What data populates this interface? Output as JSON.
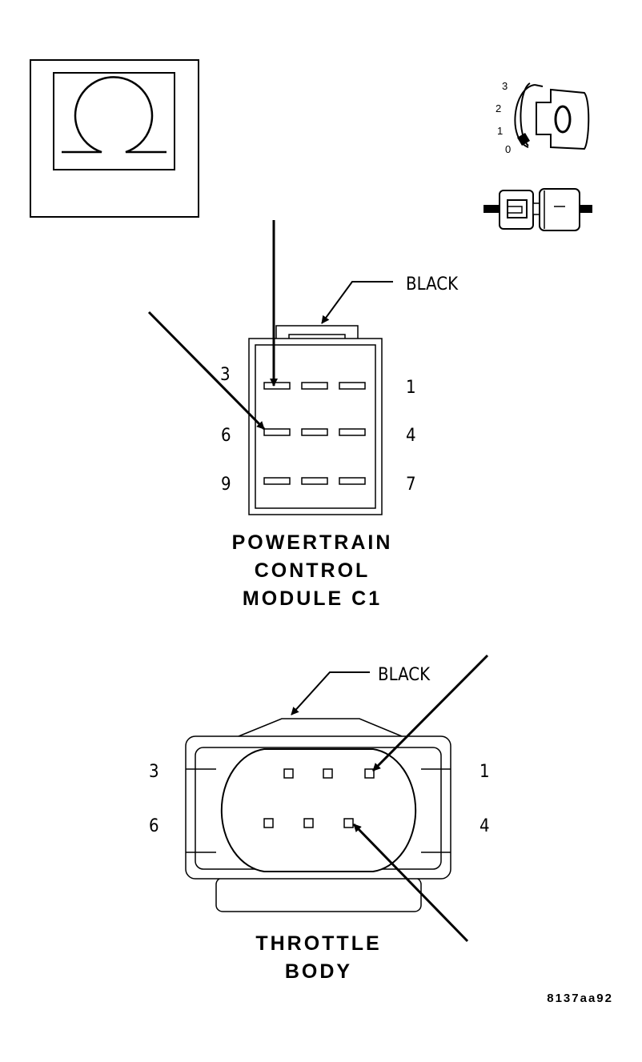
{
  "ignition_switch": {
    "positions": [
      "3",
      "2",
      "1",
      "0"
    ]
  },
  "pcm_connector": {
    "color_label": "BLACK",
    "pin_labels": {
      "top_left": "3",
      "top_right": "1",
      "mid_left": "6",
      "mid_right": "4",
      "bottom_left": "9",
      "bottom_right": "7"
    },
    "title_lines": [
      "POWERTRAIN",
      "CONTROL",
      "MODULE C1"
    ]
  },
  "throttle_connector": {
    "color_label": "BLACK",
    "pin_labels": {
      "top_left": "3",
      "top_right": "1",
      "bottom_left": "6",
      "bottom_right": "4"
    },
    "title_lines": [
      "THROTTLE",
      "BODY"
    ]
  },
  "figure_code": "8137aa92"
}
